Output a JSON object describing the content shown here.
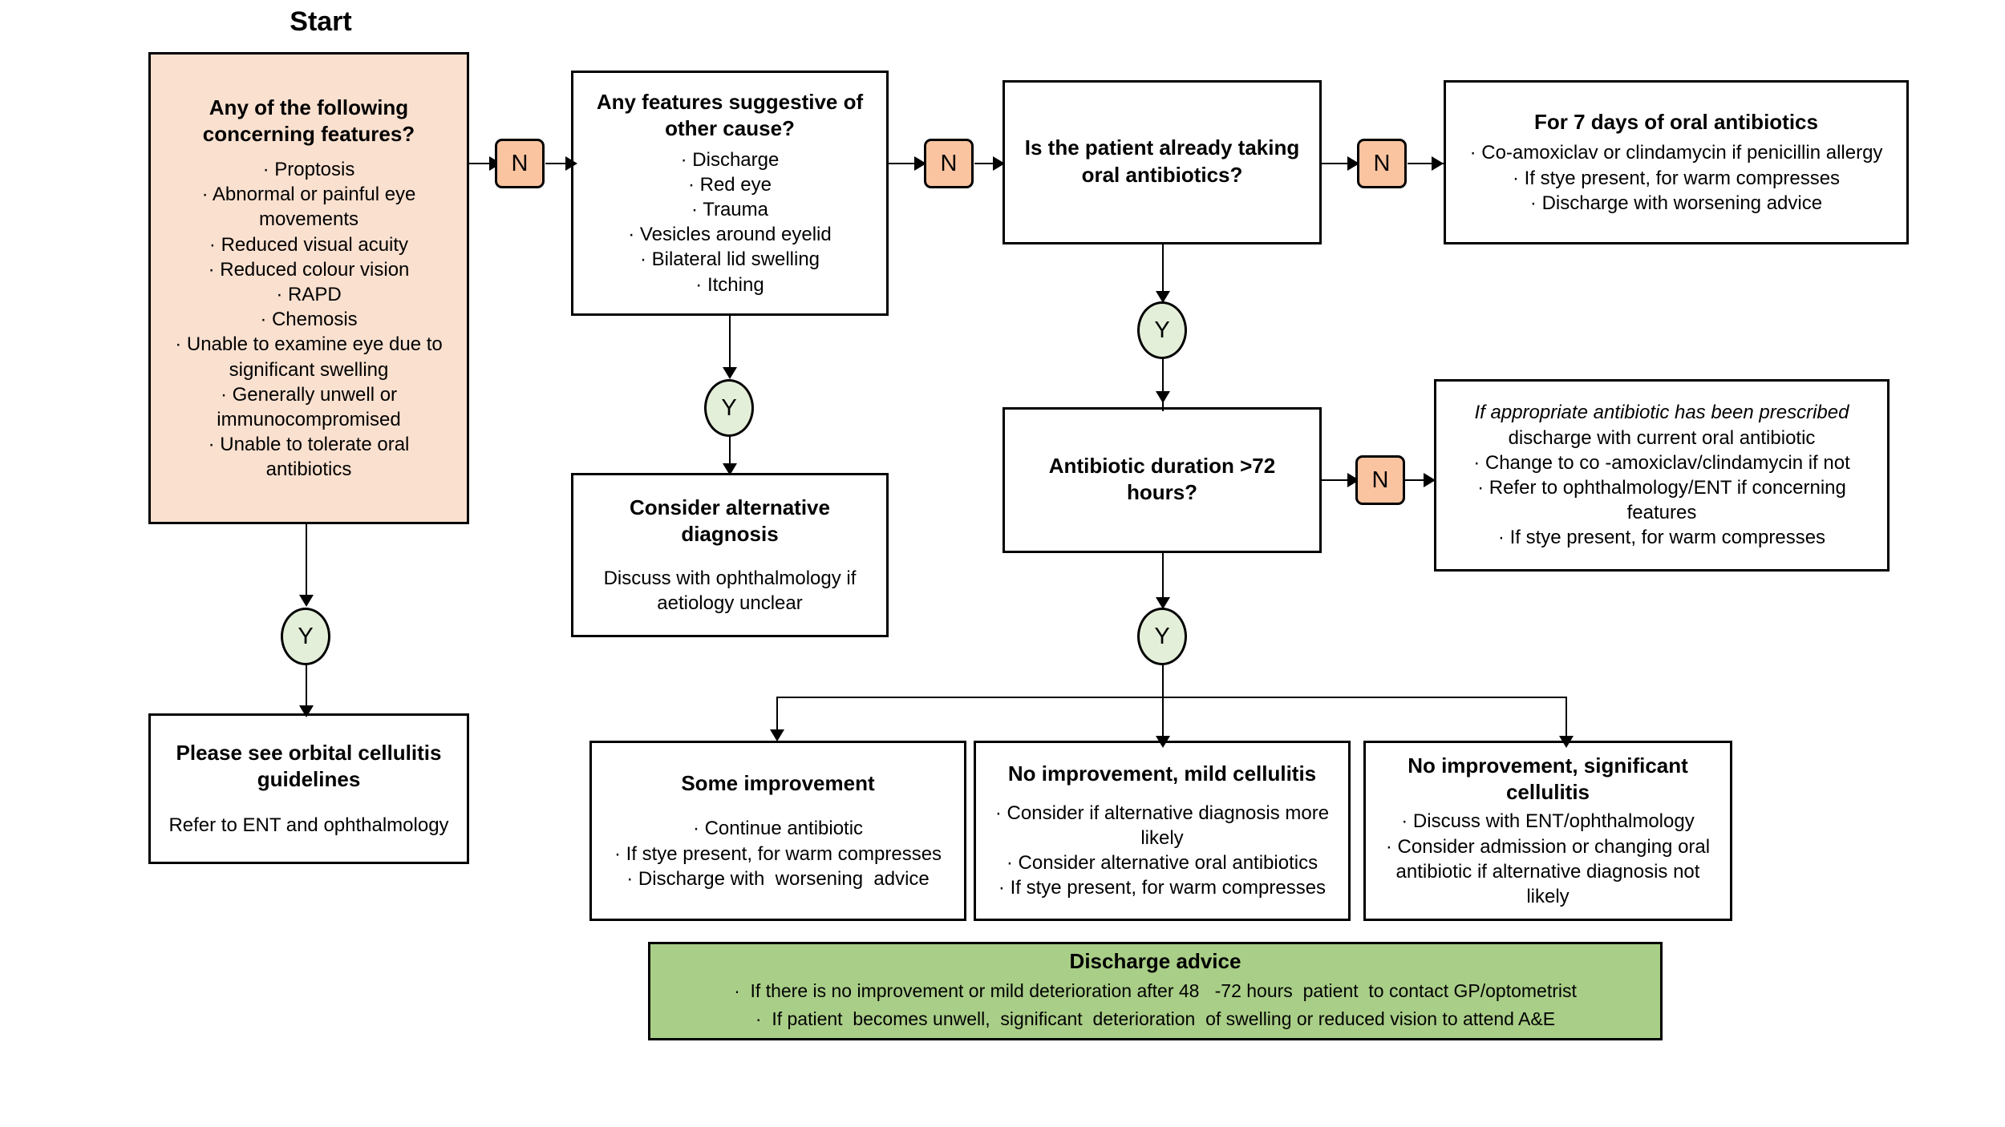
{
  "heading": {
    "start": "Start"
  },
  "nodes": {
    "concerning_features": {
      "title_lines": [
        "Any of the following",
        "concerning features?"
      ],
      "body_lines": [
        "· Proptosis",
        "· Abnormal or painful eye",
        "movements",
        "· Reduced visual acuity",
        "· Reduced colour vision",
        "· RAPD",
        "· Chemosis",
        "· Unable to examine eye due to",
        "significant swelling",
        "· Generally unwell or",
        "immunocompromised",
        "· Unable to tolerate oral",
        "antibiotics"
      ]
    },
    "other_cause": {
      "title_lines": [
        "Any features suggestive of",
        "other cause?"
      ],
      "body_lines": [
        "· Discharge",
        "· Red eye",
        "· Trauma",
        "· Vesicles around eyelid",
        "· Bilateral lid swelling",
        "· Itching"
      ]
    },
    "already_taking": {
      "title_lines": [
        "Is the patient already",
        "taking oral antibiotics?"
      ],
      "body_lines": []
    },
    "seven_days": {
      "title_lines": [
        "For 7 days of oral antibiotics"
      ],
      "body_lines": [
        "· Co-amoxiclav or clindamycin if penicillin allergy",
        "· If stye present, for warm compresses",
        "· Discharge with worsening advice"
      ]
    },
    "duration_72": {
      "title_lines": [
        "Antibiotic duration >72",
        "hours?"
      ],
      "body_lines": []
    },
    "appropriate_antibiotic": {
      "italic_first_line": "If appropriate antibiotic has been prescribed",
      "body_lines": [
        "discharge with current oral antibiotic",
        "· Change to co -amoxiclav/clindamycin if not",
        "· Refer to ophthalmology/ENT if concerning",
        "features",
        "· If stye present, for warm compresses"
      ]
    },
    "alternative_diagnosis": {
      "title_lines": [
        "Consider alternative",
        "diagnosis"
      ],
      "body_lines": [
        "Discuss with ophthalmology if",
        "aetiology unclear"
      ]
    },
    "orbital_cellulitis": {
      "title_lines": [
        "Please see orbital cellulitis",
        "guidelines"
      ],
      "body_lines": [
        "Refer to ENT and ophthalmology"
      ]
    },
    "some_improvement": {
      "title_lines": [
        "Some improvement"
      ],
      "body_lines": [
        "· Continue antibiotic",
        "· If stye present, for warm compresses",
        "· Discharge with  worsening  advice"
      ]
    },
    "no_improvement_mild": {
      "title_lines": [
        "No improvement, mild cellulitis"
      ],
      "body_lines": [
        "· Consider if alternative diagnosis more",
        "likely",
        "· Consider alternative oral antibiotics",
        "· If stye present, for warm compresses"
      ]
    },
    "no_improvement_significant": {
      "title_lines": [
        "No improvement, significant",
        "cellulitis"
      ],
      "body_lines": [
        "· Discuss with ENT/ophthalmology",
        "· Consider admission or changing oral",
        "antibiotic if alternative diagnosis not",
        "likely"
      ]
    },
    "discharge_advice": {
      "title_lines": [
        "Discharge advice"
      ],
      "body_lines": [
        "·  If there is no improvement or mild deterioration after 48   -72 hours  patient  to contact GP/optometrist",
        "·  If patient  becomes unwell,  significant  deterioration  of swelling or reduced vision to attend A&E"
      ]
    }
  },
  "badges": {
    "n1": "N",
    "n2": "N",
    "n3": "N",
    "n4": "N",
    "y1": "Y",
    "y2": "Y",
    "y3": "Y",
    "y4": "Y"
  },
  "colors": {
    "peach_box": "#fae0cf",
    "peach_badge": "#fac4a0",
    "green_box": "#a9ce87",
    "green_badge": "#e4efd9",
    "stroke": "#000000"
  }
}
